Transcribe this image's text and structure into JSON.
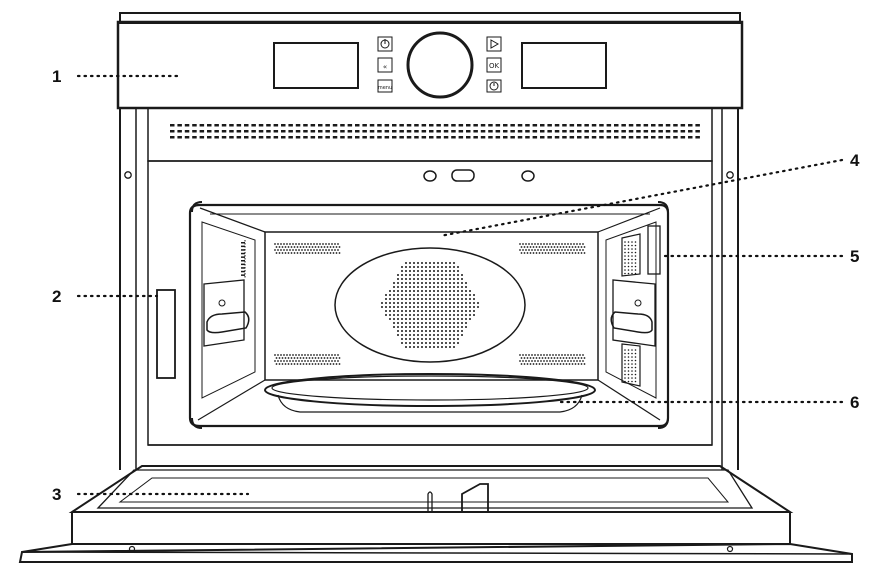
{
  "diagram": {
    "callouts": [
      {
        "id": "1",
        "label": "1"
      },
      {
        "id": "2",
        "label": "2"
      },
      {
        "id": "3",
        "label": "3"
      },
      {
        "id": "4",
        "label": "4"
      },
      {
        "id": "5",
        "label": "5"
      },
      {
        "id": "6",
        "label": "6"
      }
    ],
    "control_panel": {
      "left_buttons": [
        "power",
        "back",
        "menu"
      ],
      "right_buttons": [
        "start",
        "ok",
        "timer"
      ],
      "ok_label": "OK",
      "menu_label": "menu"
    }
  }
}
